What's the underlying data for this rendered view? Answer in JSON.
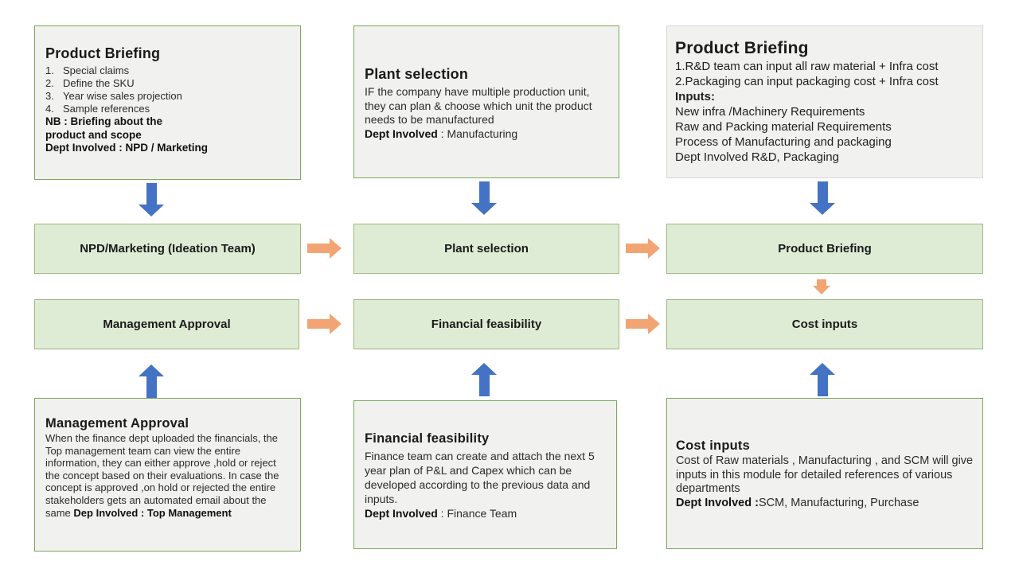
{
  "diagram": {
    "colors": {
      "blue_arrow": "#4472c4",
      "orange_arrow": "#f2a573",
      "flow_fill": "#dfecd5",
      "flow_border": "#9cba7f",
      "note_fill": "#f1f1ef",
      "note_border": "#7ca75c"
    },
    "top_notes": {
      "left": {
        "title": "Product Briefing",
        "item_numbers": [
          "1.",
          "2.",
          "3.",
          "4."
        ],
        "items": [
          "Special claims",
          "Define  the SKU",
          "Year wise sales projection",
          "Sample references"
        ],
        "nb_line1": "NB : Briefing about the",
        "nb_line2": "product and scope",
        "dept": "Dept Involved : NPD / Marketing"
      },
      "middle": {
        "title": "Plant selection",
        "body": "IF the company have  multiple  production unit, they can plan & choose which unit the product needs to be manufactured",
        "dept_label": "Dept Involved",
        "dept_value": " : Manufacturing"
      },
      "right": {
        "title": "Product Briefing",
        "line1": "1.R&D team can input all raw material + Infra cost",
        "line2": "2.Packaging can input packaging cost + Infra cost",
        "inputs_label": "Inputs:",
        "line3": "New infra /Machinery  Requirements",
        "line4": "Raw and Packing material Requirements",
        "line5": "Process of Manufacturing and packaging",
        "line6": "Dept Involved R&D, Packaging"
      }
    },
    "flow_row1": {
      "left": "NPD/Marketing (Ideation Team)",
      "middle": "Plant selection",
      "right": "Product Briefing"
    },
    "flow_row2": {
      "left": "Management Approval",
      "middle": "Financial feasibility",
      "right": "Cost inputs"
    },
    "bottom_notes": {
      "left": {
        "title": "Management Approval",
        "body": "When the finance dept uploaded  the financials,  the Top management  team can view the entire  information,  they can either approve ,hold or reject the concept  based on their evaluations.  In case the concept  is approved ,on hold  or rejected  the entire stakeholders  gets an automated  email about the same ",
        "dept": "Dep Involved : Top Management"
      },
      "middle": {
        "title": "Financial feasibility",
        "body": "Finance team can create and attach the next 5 year plan of  P&L and Capex which can be developed according to the previous data and inputs.",
        "dept_label": "Dept Involved",
        "dept_value": " : Finance Team"
      },
      "right": {
        "title": "Cost inputs",
        "body": "Cost of Raw materials , Manufacturing , and SCM  will give inputs in this module for detailed references of various departments",
        "dept_label": "Dept Involved :",
        "dept_value": "SCM, Manufacturing,  Purchase"
      }
    }
  }
}
